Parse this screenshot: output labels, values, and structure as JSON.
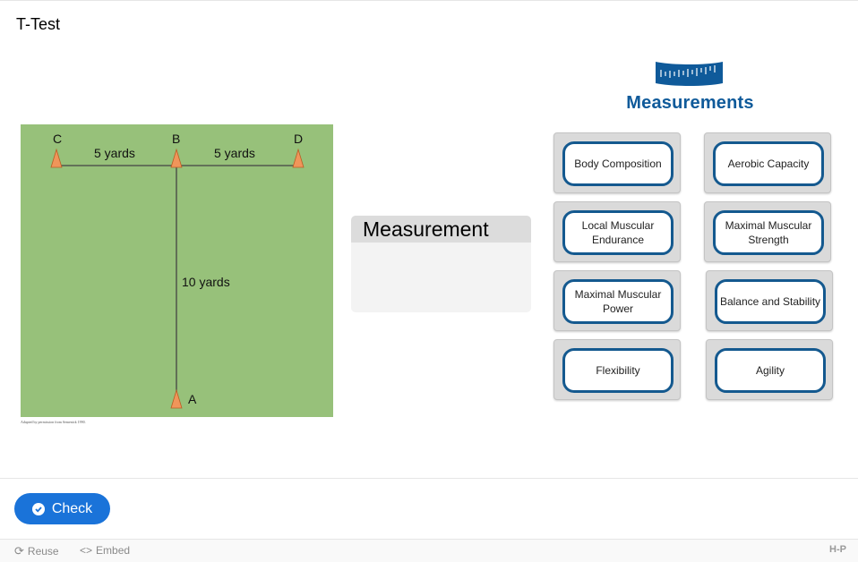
{
  "header": {
    "title": "T-Test"
  },
  "diagram": {
    "labels": {
      "c": "C",
      "b": "B",
      "d": "D",
      "a": "A",
      "left_distance": "5 yards",
      "right_distance": "5 yards",
      "vertical_distance": "10 yards"
    },
    "credit": "Adapted by permission from Semenick 1990.",
    "colors": {
      "field": "#97c17a",
      "cone": "#f0955a"
    }
  },
  "dropzone": {
    "heading": "Measurement"
  },
  "logo": {
    "text": "Measurements",
    "icon": "tape-measure-icon",
    "color": "#0f5a9a"
  },
  "options": [
    {
      "label": "Body Composition"
    },
    {
      "label": "Aerobic Capacity"
    },
    {
      "label": "Local Muscular Endurance"
    },
    {
      "label": "Maximal Muscular Strength"
    },
    {
      "label": "Maximal Muscular Power"
    },
    {
      "label": "Balance and Stability"
    },
    {
      "label": "Flexibility"
    },
    {
      "label": "Agility"
    }
  ],
  "actions": {
    "check_label": "Check",
    "check_color": "#1a73d9"
  },
  "footer": {
    "reuse_label": "Reuse",
    "embed_label": "Embed",
    "brand": "H-P"
  }
}
